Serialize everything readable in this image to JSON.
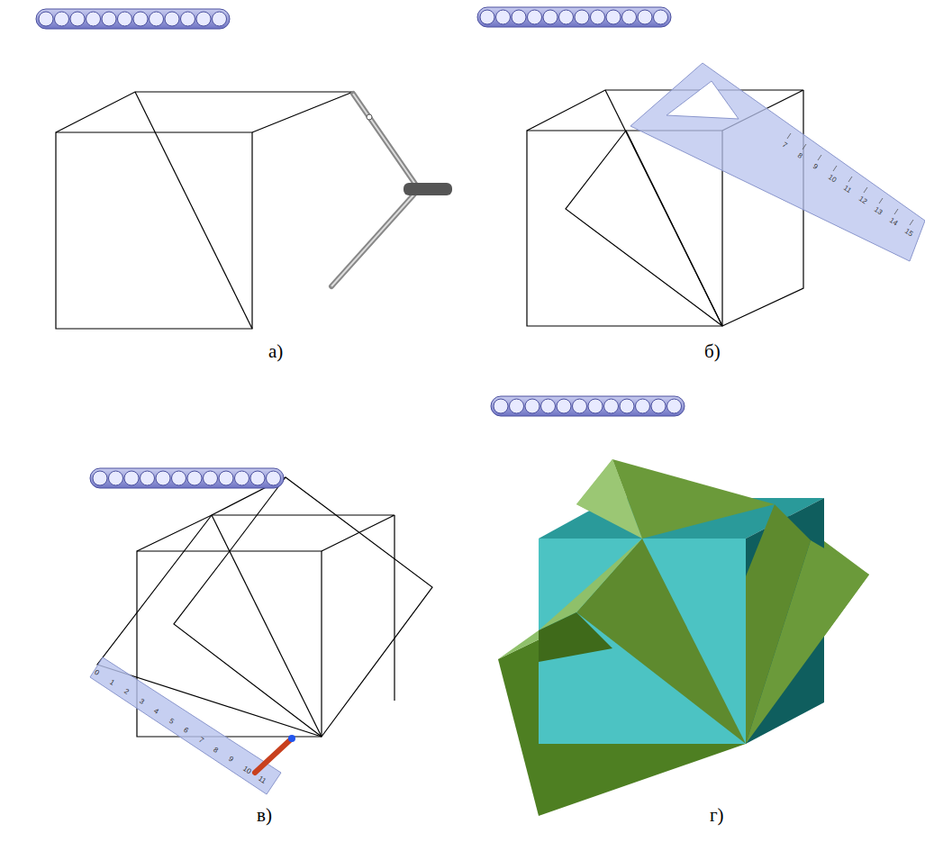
{
  "diagram": {
    "labels": [
      "а)",
      "б)",
      "в)",
      "г)",
      "7",
      "8",
      "9",
      "10",
      "11",
      "12",
      "13",
      "14",
      "15",
      "0",
      "1",
      "2",
      "3",
      "4",
      "5",
      "6",
      "7",
      "8",
      "9",
      "10",
      "11"
    ]
  }
}
